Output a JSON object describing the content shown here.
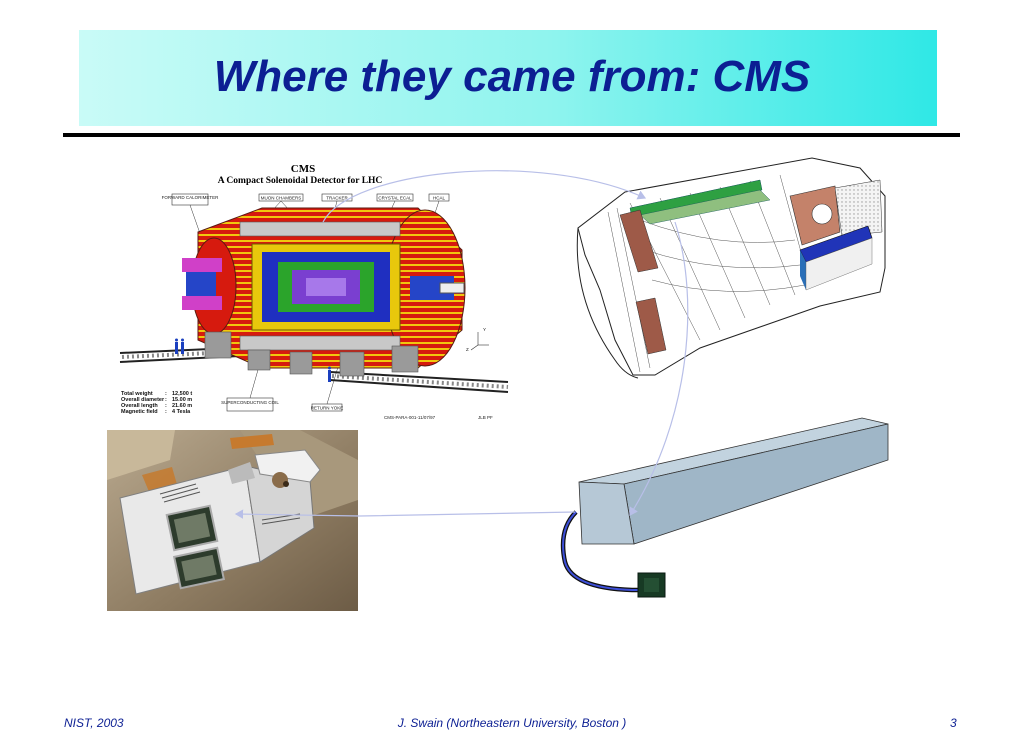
{
  "slide": {
    "title": "Where they came from: CMS",
    "footer_left": "NIST, 2003",
    "footer_center": "J. Swain (Northeastern University, Boston )",
    "footer_right": "3"
  },
  "cms_drawing": {
    "heading": "CMS",
    "subheading": "A  Compact  Solenoidal  Detector  for  LHC",
    "labels": [
      "FORWARD CALORIMETER",
      "MUON CHAMBERS",
      "TRACKER",
      "CRYSTAL ECAL",
      "HCAL",
      "SUPERCONDUCTING COIL",
      "RETURN YOKE"
    ],
    "specs": [
      {
        "key": "Total weight",
        "value": "12,500 t"
      },
      {
        "key": "Overall diameter",
        "value": "15.00 m"
      },
      {
        "key": "Overall length",
        "value": "21.60 m"
      },
      {
        "key": "Magnetic field",
        "value": "4 Tesla"
      }
    ],
    "reference": "CMS-PARA-001-11/07/97",
    "initials": "JLB PF"
  },
  "colors": {
    "title_text": "#0c1f93",
    "title_bg_left": "#c9fbf7",
    "title_bg_right": "#2fe8e6",
    "crystal_bar": "#a9bdca",
    "arrow": "#b8bfe8"
  }
}
